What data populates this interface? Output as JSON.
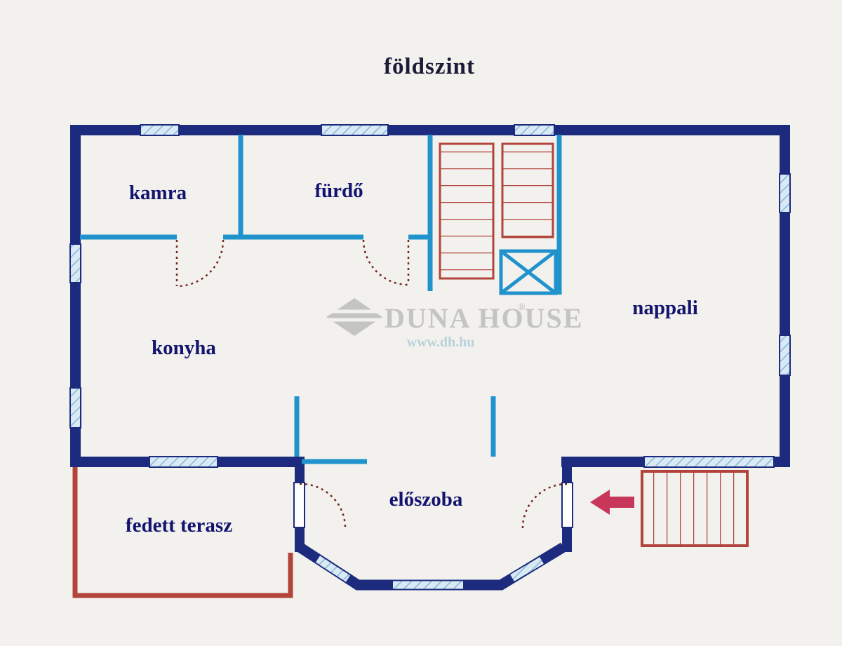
{
  "page": {
    "title": "földszint"
  },
  "rooms": [
    {
      "label": "kamra"
    },
    {
      "label": "fürdő"
    },
    {
      "label": "nappali"
    },
    {
      "label": "konyha"
    },
    {
      "label": "előszoba"
    },
    {
      "label": "fedett terasz"
    }
  ],
  "watermark": {
    "brand": "DUNA HOUSE",
    "registered": "®",
    "url": "www.dh.hu"
  },
  "colors": {
    "background": "#f2f1ed",
    "wall_dark": "#1c2b7e",
    "window_fill": "#d9eaf5",
    "window_stripe": "#86b7d9",
    "interior_wall": "#2193cc",
    "stairs_red": "#b2443c",
    "terrace_red": "#b2443c",
    "door_arc": "#73281d",
    "arrow_red": "#c8375a",
    "label_navy": "#131370",
    "title_color": "#1b1b38",
    "watermark_gray": "#a0a09e",
    "watermark_teal": "#8cb9c9"
  }
}
